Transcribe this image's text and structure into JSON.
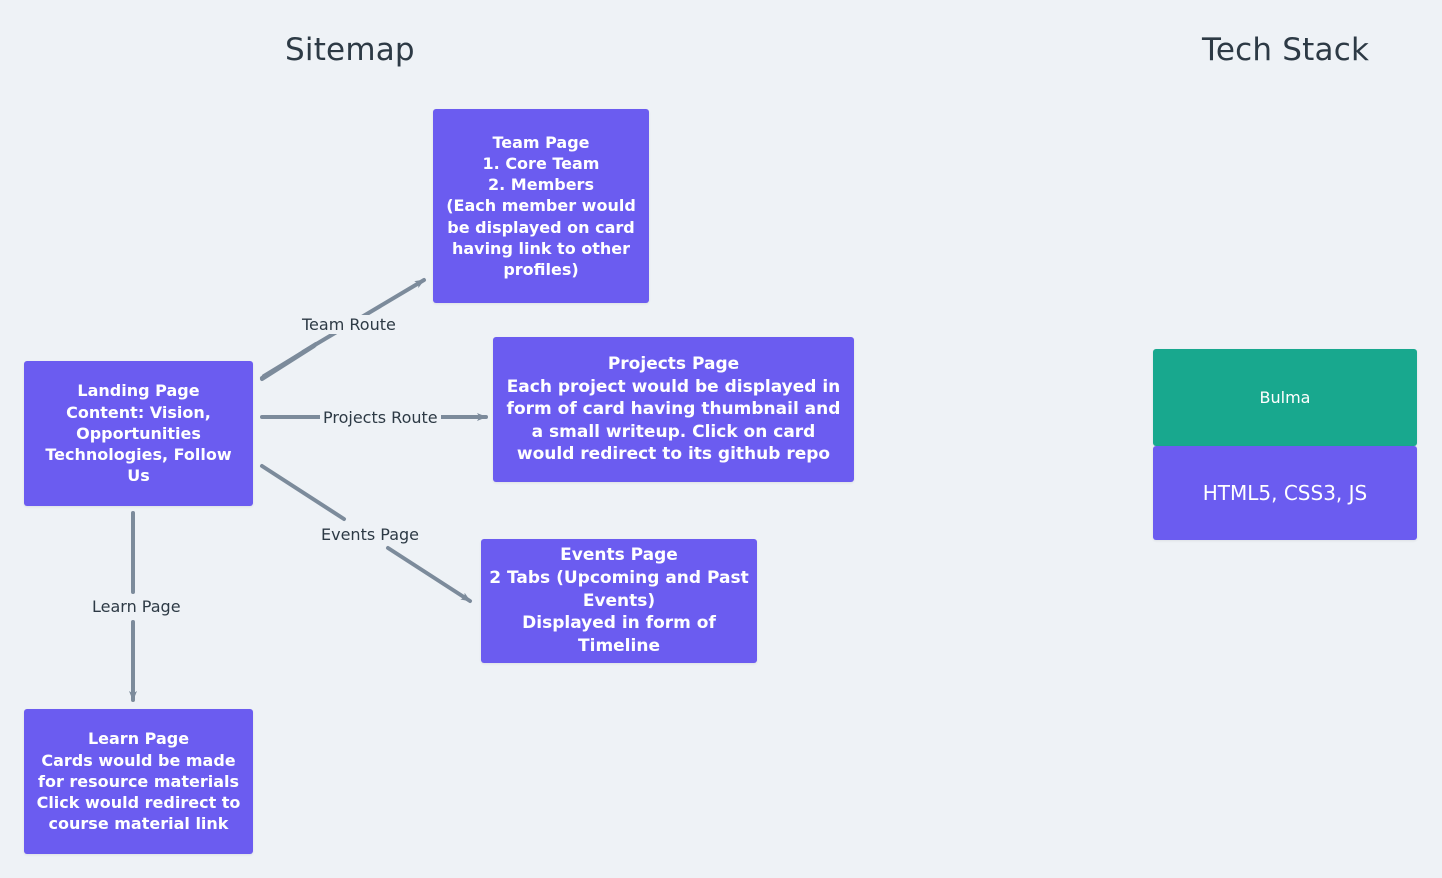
{
  "page": {
    "background_color": "#eef2f6",
    "node_purple": "#6b5cf0",
    "node_teal": "#18a88e",
    "edge_color": "#7c8b9b",
    "text_dark": "#2d3a45"
  },
  "sections": {
    "sitemap_title": "Sitemap",
    "techstack_title": "Tech Stack"
  },
  "nodes": {
    "landing": "Landing Page\nContent: Vision, Opportunities\nTechnologies, Follow Us",
    "team": "Team Page\n1. Core Team\n2. Members\n(Each member would be displayed on card having link to other profiles)",
    "projects": "Projects Page\nEach project would be displayed in form of card having thumbnail and a small writeup. Click on card would redirect to its github repo",
    "events": "Events Page\n2 Tabs (Upcoming and Past Events)\nDisplayed in form of Timeline",
    "learn": "Learn Page\nCards would be made for resource materials Click would redirect to course material link",
    "bulma": "Bulma",
    "html": "HTML5, CSS3, JS"
  },
  "edges": {
    "team_route": "Team Route",
    "projects_route": "Projects Route",
    "events_page": "Events Page",
    "learn_page": "Learn Page"
  }
}
